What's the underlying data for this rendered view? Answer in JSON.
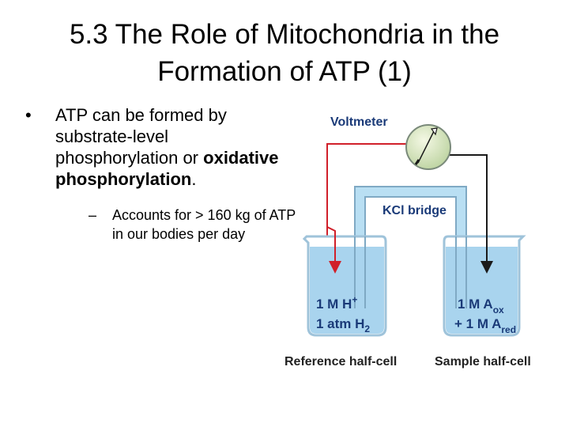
{
  "slide": {
    "title_line1": "5.3  The Role of Mitochondria in the",
    "title_line2": "Formation of ATP (1)",
    "bullet_marker": "•",
    "bullet_text_1": "ATP can be formed by substrate-level phosphorylation or",
    "bullet_text_bold": "oxidative phosphorylation",
    "bullet_text_end": ".",
    "sub_marker": "–",
    "sub_bullet": "Accounts for > 160 kg of ATP in our bodies per day"
  },
  "diagram": {
    "voltmeter_label": "Voltmeter",
    "bridge_label": "KCl bridge",
    "left_line1_main": "1 M H",
    "left_line1_sup": "+",
    "left_line2_main": "1 atm H",
    "left_line2_sub": "2",
    "right_line1_main": "1 M A",
    "right_line1_sub": "ox",
    "right_line2_main": "+ 1 M A",
    "right_line2_sub": "red",
    "left_caption": "Reference half-cell",
    "right_caption": "Sample half-cell"
  },
  "colors": {
    "wire_red": "#d0202a",
    "wire_dark": "#1a1a1a",
    "solution_blue": "#a9d4ee",
    "beaker_edge": "#9fc3da",
    "bridge_blue": "#b9dff3",
    "bridge_edge": "#7fa9c4",
    "meter_face": "#dfe9c4",
    "diagram_text": "#1a3a78",
    "caption_text": "#222222"
  }
}
